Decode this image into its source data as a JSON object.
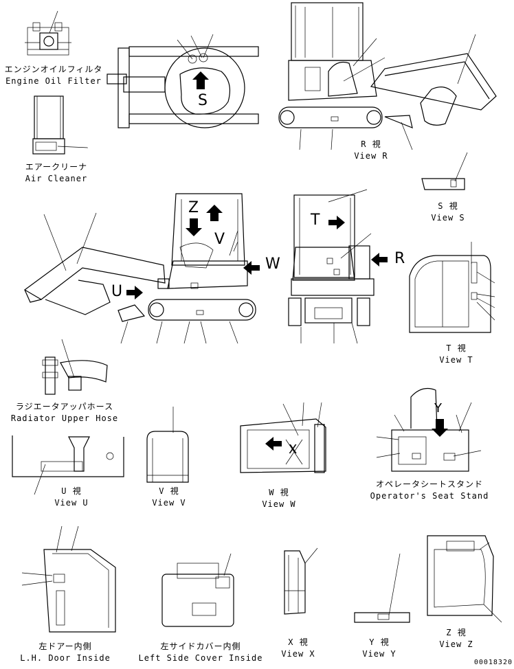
{
  "labels": {
    "engine_oil_filter_jp": "エンジンオイルフィルタ",
    "engine_oil_filter_en": "Engine Oil Filter",
    "air_cleaner_jp": "エアークリーナ",
    "air_cleaner_en": "Air Cleaner",
    "view_r_jp": "R 視",
    "view_r_en": "View R",
    "view_s_jp": "S 視",
    "view_s_en": "View S",
    "view_t_jp": "T 視",
    "view_t_en": "View T",
    "radiator_jp": "ラジエータアッパホース",
    "radiator_en": "Radiator Upper Hose",
    "view_u_jp": "U 視",
    "view_u_en": "View U",
    "view_v_jp": "V 視",
    "view_v_en": "View V",
    "view_w_jp": "W 視",
    "view_w_en": "View W",
    "seat_stand_jp": "オペレータシートスタンド",
    "seat_stand_en": "Operator's Seat Stand",
    "door_jp": "左ドアー内側",
    "door_en": "L.H. Door Inside",
    "side_cover_jp": "左サイドカバー内側",
    "side_cover_en": "Left Side Cover Inside",
    "view_x_jp": "X 視",
    "view_x_en": "View X",
    "view_y_jp": "Y 視",
    "view_y_en": "View Y",
    "view_z_jp": "Z 視",
    "view_z_en": "View Z",
    "drawing_number": "00018320"
  },
  "view_letters": {
    "s": "S",
    "z": "Z",
    "v": "V",
    "w": "W",
    "u": "U",
    "t": "T",
    "r": "R",
    "x": "X",
    "y": "Y"
  }
}
